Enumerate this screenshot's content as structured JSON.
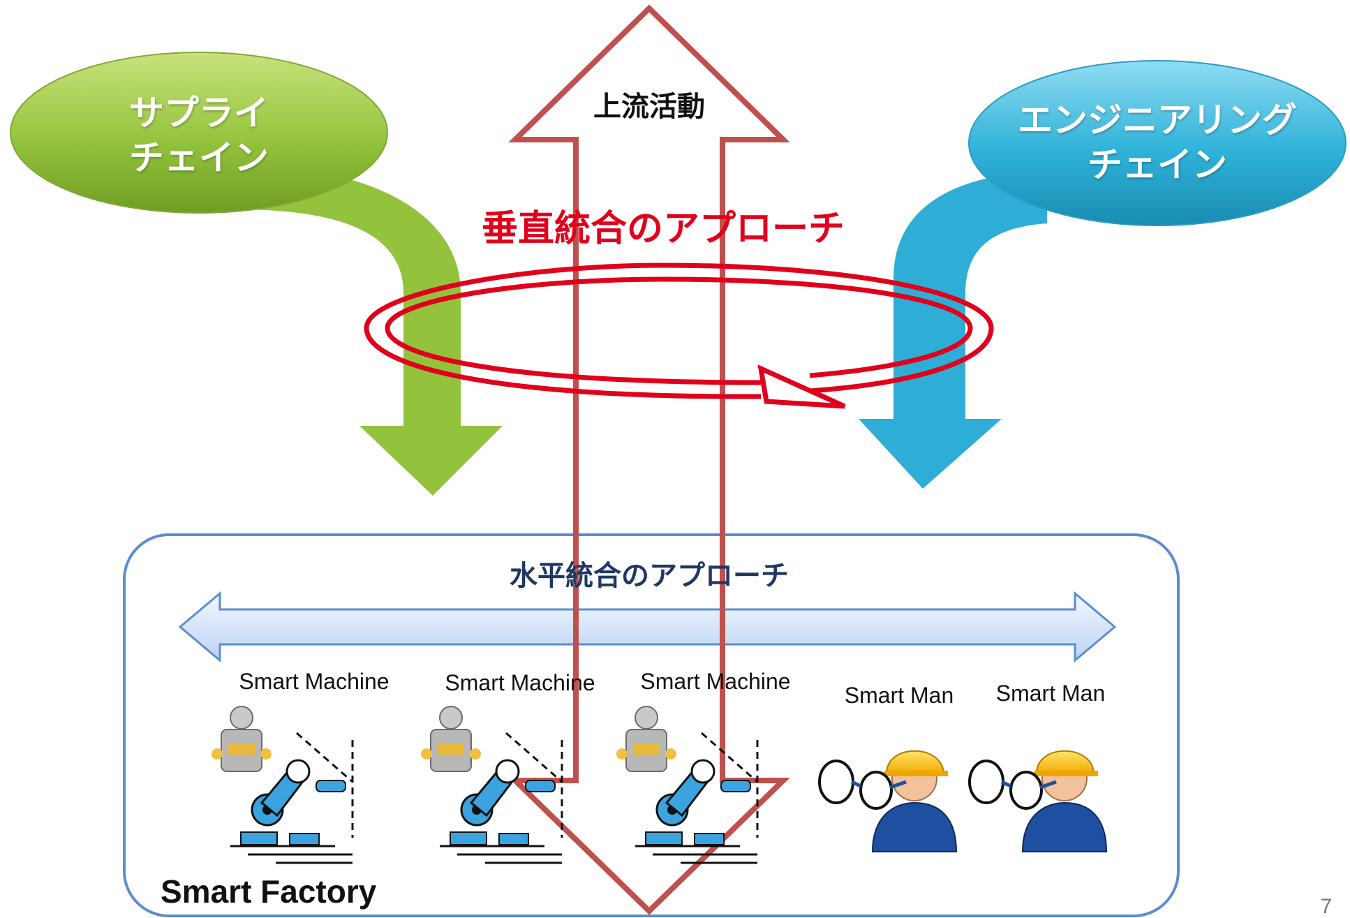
{
  "supply_chain": {
    "line1": "サプライ",
    "line2": "チェイン",
    "color": "#8ec23a"
  },
  "engineering_chain": {
    "line1": "エンジニアリング",
    "line2": "チェイン",
    "color": "#2eaed6"
  },
  "upstream": {
    "label": "上流活動",
    "color": "#c0504d"
  },
  "vertical_integration": {
    "label": "垂直統合のアプローチ",
    "color": "#e0001b"
  },
  "factory": {
    "title": "Smart Factory",
    "horizontal_label": "水平統合のアプローチ",
    "border_color": "#4f81bd",
    "units": [
      {
        "label": "Smart Machine",
        "type": "machine"
      },
      {
        "label": "Smart Machine",
        "type": "machine"
      },
      {
        "label": "Smart Machine",
        "type": "machine"
      },
      {
        "label": "Smart Man",
        "type": "man"
      },
      {
        "label": "Smart Man",
        "type": "man"
      }
    ]
  },
  "page_number": "7"
}
